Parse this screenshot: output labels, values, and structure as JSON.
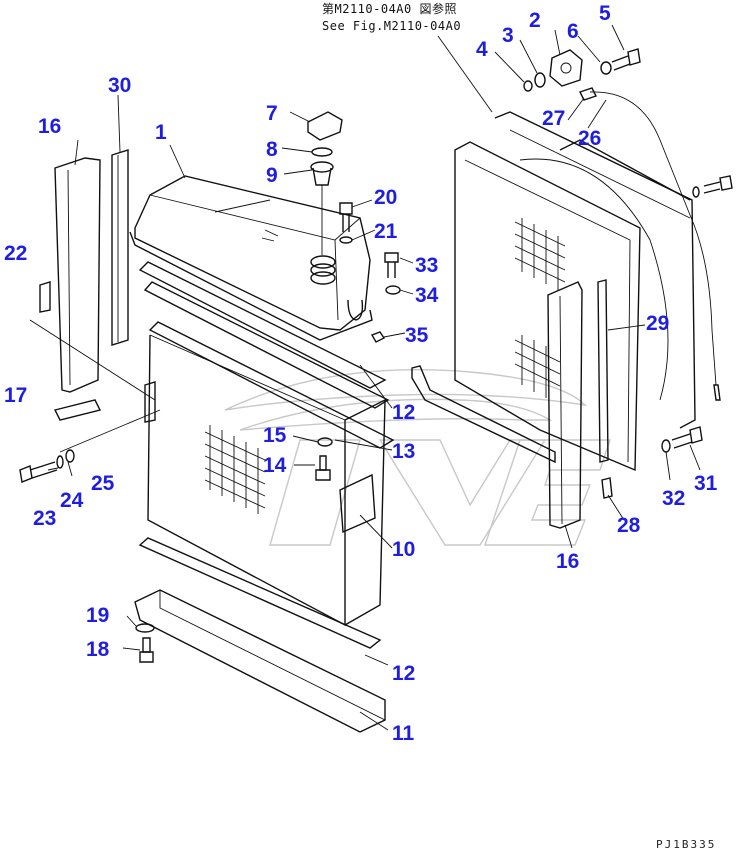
{
  "reference": {
    "japanese": "第M2110-04A0 図参照",
    "english": "See Fig.M2110-04A0"
  },
  "drawing_code": "PJ1B335",
  "callouts": [
    {
      "id": "c1",
      "text": "1"
    },
    {
      "id": "c2",
      "text": "2"
    },
    {
      "id": "c3",
      "text": "3"
    },
    {
      "id": "c4",
      "text": "4"
    },
    {
      "id": "c5",
      "text": "5"
    },
    {
      "id": "c6",
      "text": "6"
    },
    {
      "id": "c7",
      "text": "7"
    },
    {
      "id": "c8",
      "text": "8"
    },
    {
      "id": "c9",
      "text": "9"
    },
    {
      "id": "c10",
      "text": "10"
    },
    {
      "id": "c11",
      "text": "11"
    },
    {
      "id": "c12a",
      "text": "12"
    },
    {
      "id": "c12b",
      "text": "12"
    },
    {
      "id": "c13",
      "text": "13"
    },
    {
      "id": "c14",
      "text": "14"
    },
    {
      "id": "c15",
      "text": "15"
    },
    {
      "id": "c16a",
      "text": "16"
    },
    {
      "id": "c16b",
      "text": "16"
    },
    {
      "id": "c17",
      "text": "17"
    },
    {
      "id": "c18",
      "text": "18"
    },
    {
      "id": "c19",
      "text": "19"
    },
    {
      "id": "c20",
      "text": "20"
    },
    {
      "id": "c21",
      "text": "21"
    },
    {
      "id": "c22",
      "text": "22"
    },
    {
      "id": "c23",
      "text": "23"
    },
    {
      "id": "c24",
      "text": "24"
    },
    {
      "id": "c25",
      "text": "25"
    },
    {
      "id": "c26",
      "text": "26"
    },
    {
      "id": "c27",
      "text": "27"
    },
    {
      "id": "c28",
      "text": "28"
    },
    {
      "id": "c29",
      "text": "29"
    },
    {
      "id": "c30",
      "text": "30"
    },
    {
      "id": "c31",
      "text": "31"
    },
    {
      "id": "c32",
      "text": "32"
    },
    {
      "id": "c33",
      "text": "33"
    },
    {
      "id": "c34",
      "text": "34"
    },
    {
      "id": "c35",
      "text": "35"
    }
  ]
}
